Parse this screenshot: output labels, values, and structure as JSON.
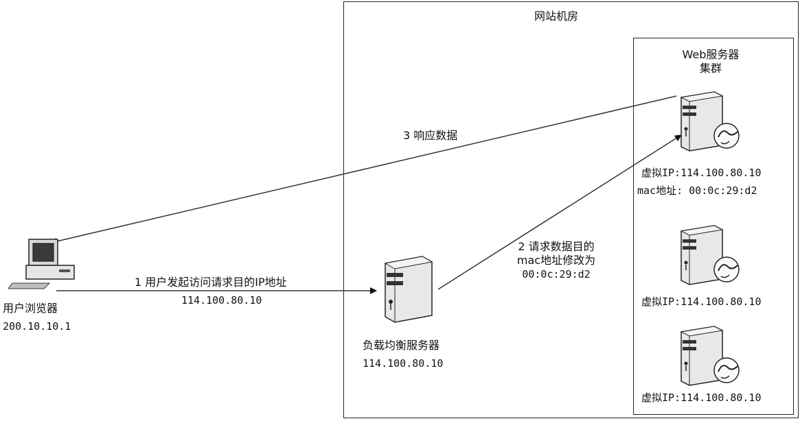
{
  "datacenter": {
    "title": "网站机房"
  },
  "cluster": {
    "title_line1": "Web服务器",
    "title_line2": "集群"
  },
  "client": {
    "name": "用户浏览器",
    "ip": "200.10.10.1"
  },
  "load_balancer": {
    "name": "负载均衡服务器",
    "ip": "114.100.80.10"
  },
  "servers": [
    {
      "vip": "虚拟IP:114.100.80.10",
      "mac": "mac地址: 00:0c:29:d2"
    },
    {
      "vip": "虚拟IP:114.100.80.10"
    },
    {
      "vip": "虚拟IP:114.100.80.10"
    }
  ],
  "steps": {
    "step1_line1": "1 用户发起访问请求目的IP地址",
    "step1_line2": "114.100.80.10",
    "step2_line1": "2 请求数据目的",
    "step2_line2": "mac地址修改为",
    "step2_line3": "00:0c:29:d2",
    "step3": "3 响应数据"
  },
  "icons": {
    "client": "computer-icon",
    "load_balancer": "server-tower-icon",
    "web_server": "server-tower-with-globe-icon"
  }
}
